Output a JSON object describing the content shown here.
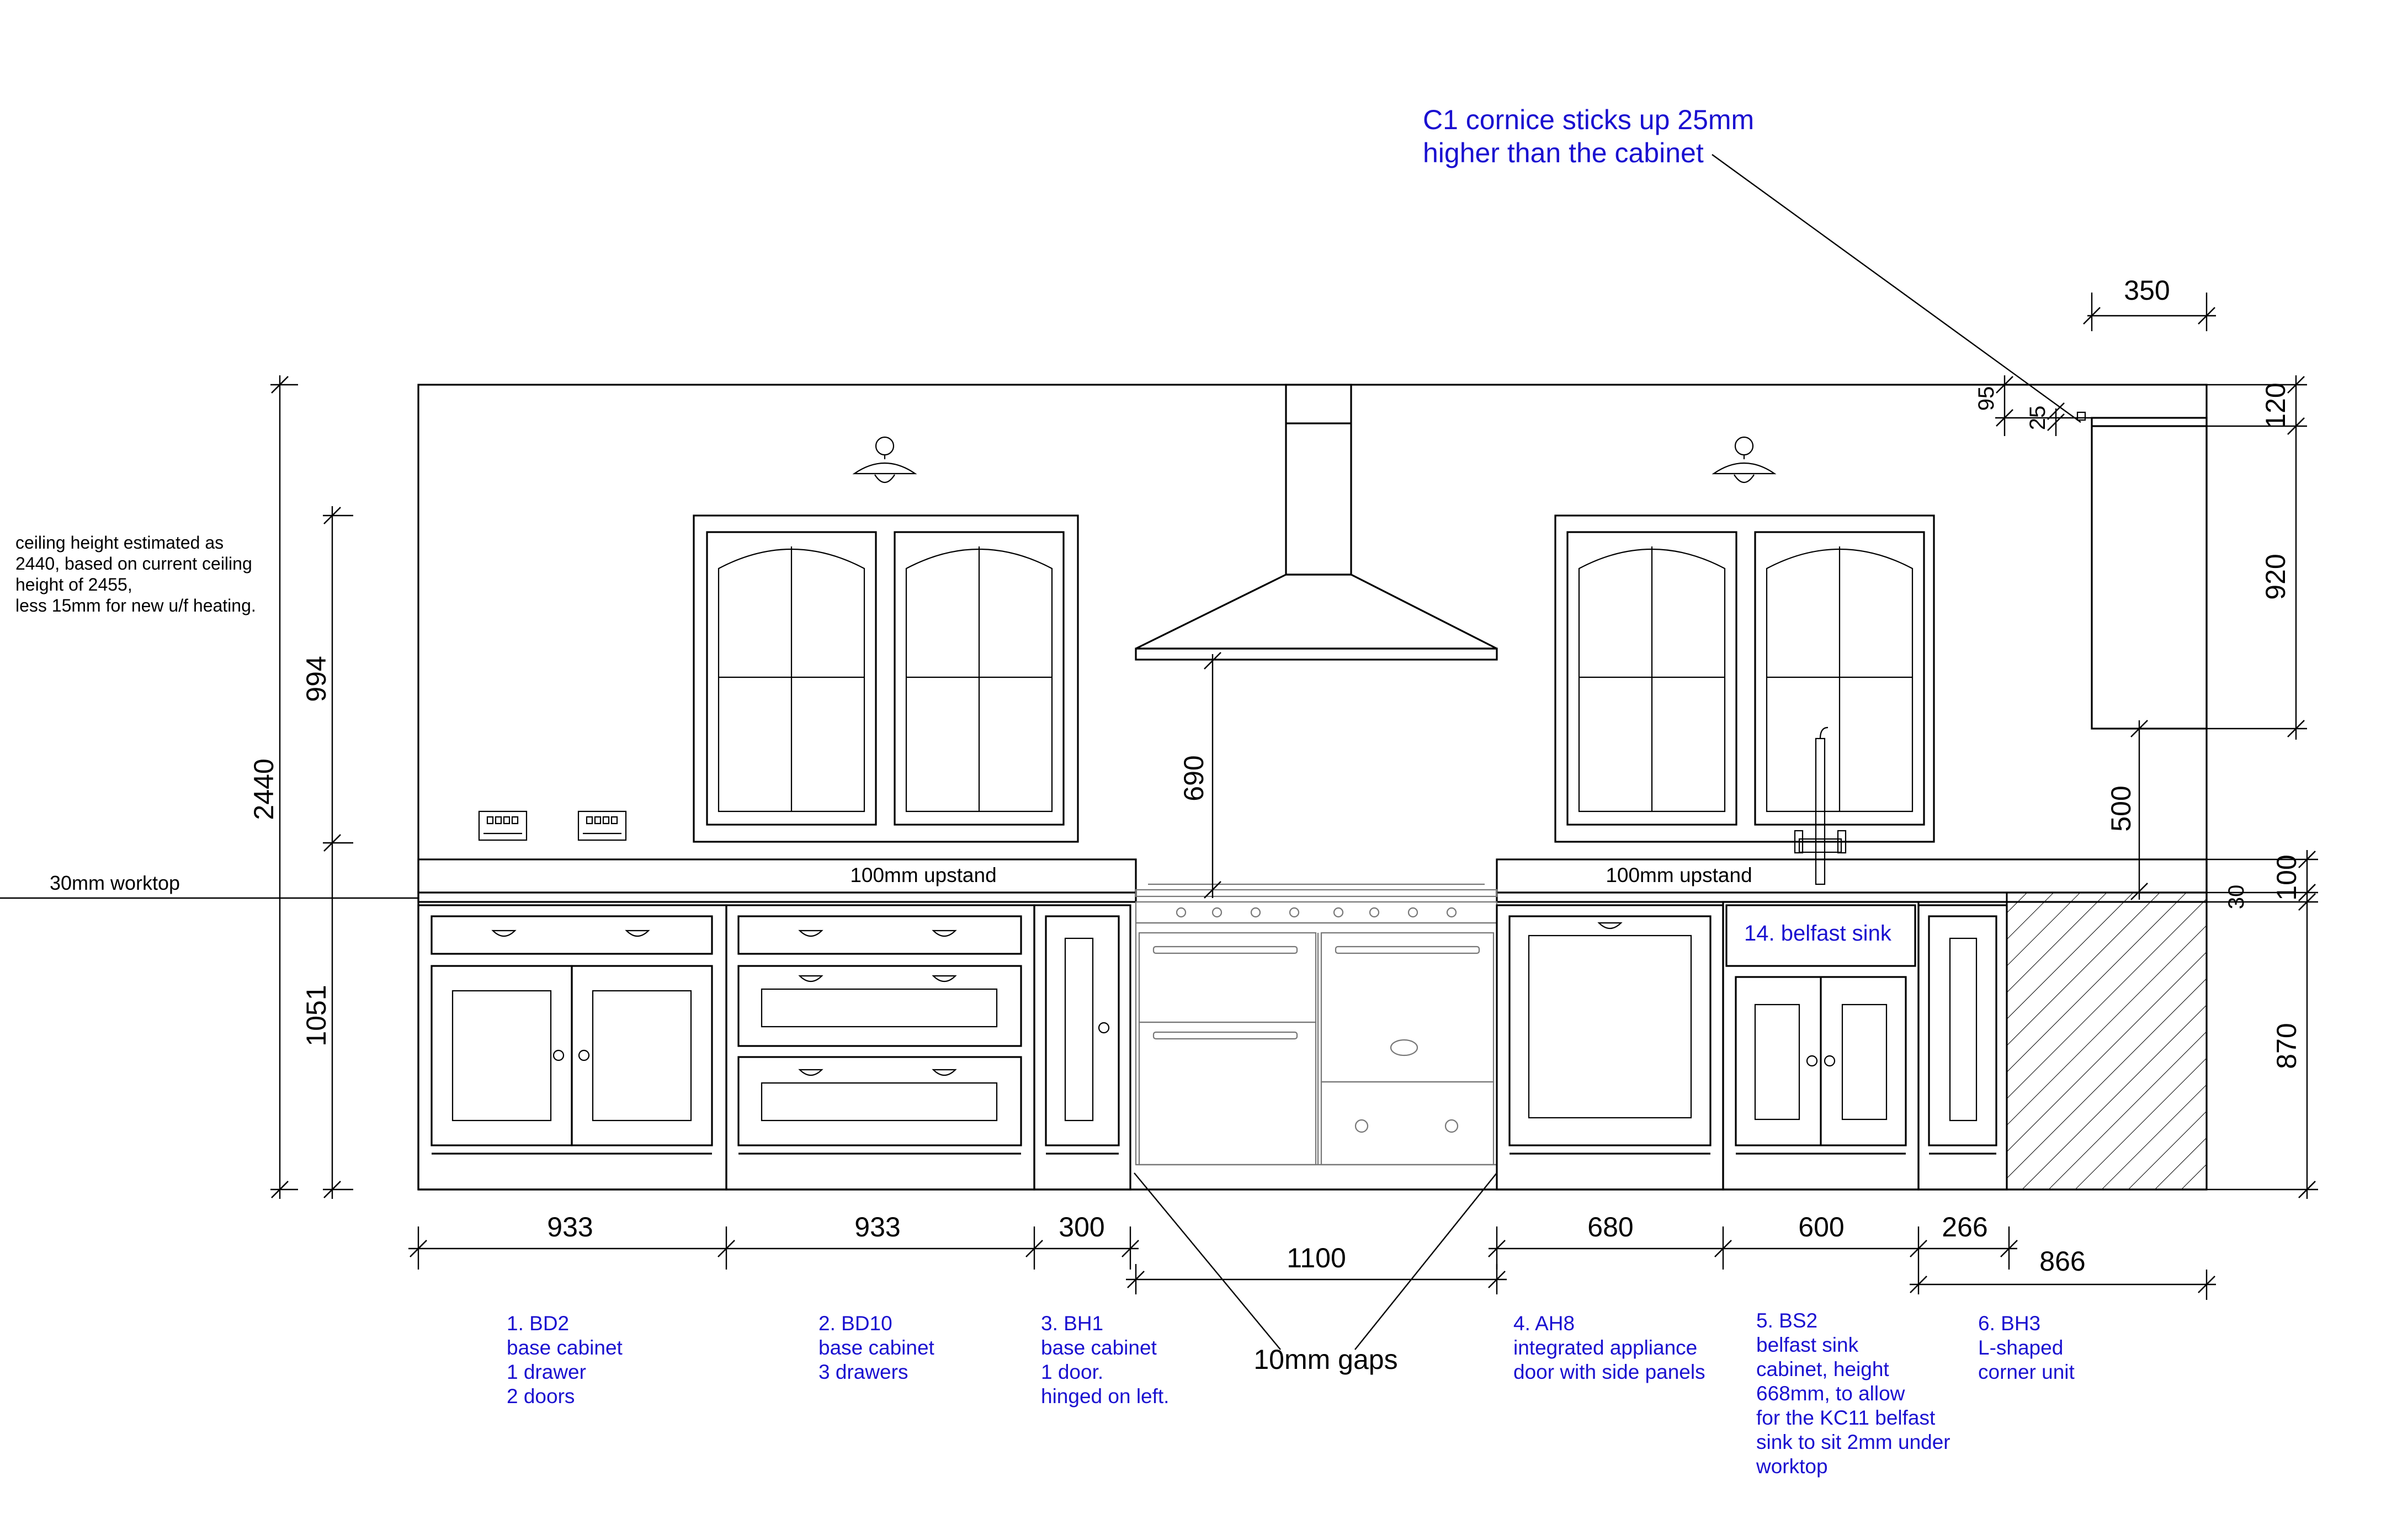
{
  "dimensions": {
    "ceiling_height": "2440",
    "wall_cabinet_zone": "994",
    "base_zone": "1051",
    "hood_splashback": "690",
    "cornice_block": "95",
    "cornice_upstand": "25",
    "cornice_height": "120",
    "wall_cabinet_height": "920",
    "wall_cabinet_gap": "500",
    "upstand_height": "100",
    "worktop_thickness": "30",
    "base_height": "870",
    "wall_cabinet_depth": "350",
    "unit_widths": [
      "933",
      "933",
      "300",
      "1100",
      "680",
      "600",
      "266",
      "866"
    ]
  },
  "labels": {
    "worktop": "30mm worktop",
    "upstand_left": "100mm upstand",
    "upstand_right": "100mm upstand",
    "gaps": "10mm gaps",
    "sink": "14. belfast sink"
  },
  "ceiling_note": [
    "ceiling height estimated as",
    "2440, based on current ceiling",
    "height of 2455,",
    "less 15mm for new u/f heating."
  ],
  "cornice_note": [
    "C1 cornice sticks up 25mm",
    "higher than the cabinet"
  ],
  "units": [
    {
      "lines": [
        "1. BD2",
        "base cabinet",
        "1 drawer",
        "2 doors"
      ]
    },
    {
      "lines": [
        "2. BD10",
        "base cabinet",
        "3 drawers"
      ]
    },
    {
      "lines": [
        "3. BH1",
        "base cabinet",
        "1 door.",
        "hinged on left."
      ]
    },
    {
      "lines": [
        "4. AH8",
        "integrated appliance",
        "door with side panels"
      ]
    },
    {
      "lines": [
        "5. BS2",
        "belfast sink",
        "cabinet, height",
        "668mm, to allow",
        "for the KC11 belfast",
        "sink to sit 2mm under",
        "worktop"
      ]
    },
    {
      "lines": [
        "6. BH3",
        "L-shaped",
        "corner unit"
      ]
    }
  ],
  "colors": {
    "line": "#000000",
    "annotation_blue": "#1a10d0",
    "background": "#ffffff"
  },
  "icons": [
    "wall-light-icon",
    "double-socket-icon",
    "cup-handle-icon",
    "knob-icon",
    "burner-icon",
    "mixer-tap-icon"
  ]
}
